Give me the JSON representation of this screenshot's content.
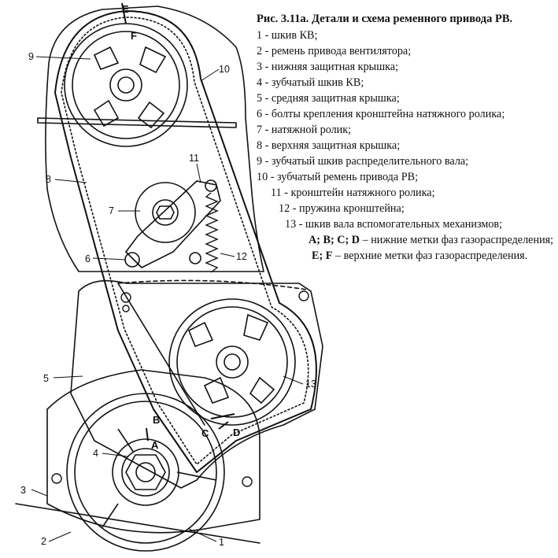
{
  "caption": "Рис. 3.11а. Детали и схема ременного привода РВ.",
  "legend": [
    {
      "num": "1",
      "text": "1 - шкив КВ;"
    },
    {
      "num": "2",
      "text": "2 - ремень привода вентилятора;"
    },
    {
      "num": "3",
      "text": "3 - нижняя защитная крышка;"
    },
    {
      "num": "4",
      "text": "4 - зубчатый шкив КВ;"
    },
    {
      "num": "5",
      "text": "5 - средняя защитная крышка;"
    },
    {
      "num": "6",
      "text": "6 - болты крепления кронштейна натяжного ролика;"
    },
    {
      "num": "7",
      "text": "7 - натяжной ролик;"
    },
    {
      "num": "8",
      "text": "8 - верхняя защитная крышка;"
    },
    {
      "num": "9",
      "text": "9 - зубчатый шкив распределительного вала;"
    },
    {
      "num": "10",
      "text": "10 - зубчатый ремень привода РВ;"
    },
    {
      "num": "11",
      "text": "11 - кронштейн натяжного ролика;"
    },
    {
      "num": "12",
      "text": "12 - пружина кронштейна;"
    },
    {
      "num": "13",
      "text": "13 - шкив вала вспомогательных механизмов;"
    }
  ],
  "marks_lower": {
    "letters": "A; B; C; D",
    "text": "– нижние метки фаз газораспределения;"
  },
  "marks_upper": {
    "letters": "E; F",
    "text": "– верхние метки фаз газораспределения."
  },
  "callouts": [
    "1",
    "2",
    "3",
    "4",
    "5",
    "6",
    "7",
    "8",
    "9",
    "10",
    "11",
    "12",
    "13"
  ],
  "marks": {
    "A": "A",
    "B": "B",
    "C": "C",
    "D": "D",
    "E": "E",
    "F": "F"
  }
}
